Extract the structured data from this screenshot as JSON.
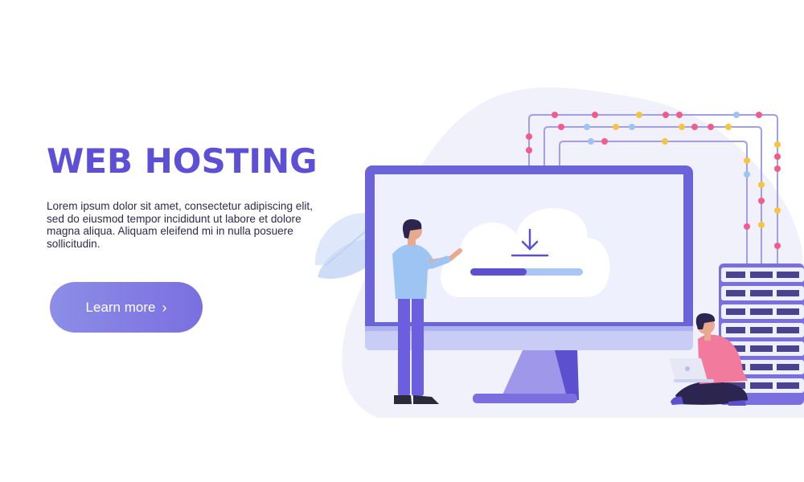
{
  "hero": {
    "title": "WEB HOSTING",
    "description": "Lorem ipsum dolor sit amet, consectetur adipiscing elit, sed do eiusmod tempor incididunt ut labore et dolore magna aliqua. Aliquam eleifend mi in nulla posuere sollicitudin.",
    "cta_label": "Learn more",
    "cta_icon": "chevron-right-icon"
  },
  "illustration": {
    "upload_progress": 0.5,
    "icons": [
      "cloud-icon",
      "download-icon",
      "monitor-icon",
      "server-rack-icon",
      "laptop-icon",
      "leaf-icon"
    ]
  },
  "colors": {
    "brand": "#5d4fd6",
    "button_start": "#8c8ee6",
    "button_end": "#7b6fe0",
    "text": "#2f2a4a",
    "monitor_frame": "#6b63d8",
    "screen": "#eef0fd",
    "progress_track": "#a9c6f4",
    "progress_fill": "#5c50cf",
    "shirt_blue": "#9ec4f3",
    "pants": "#6b5fe0",
    "shirt_pink": "#f17a9d",
    "dot_pink": "#f25b8a",
    "dot_yellow": "#f5c542",
    "dot_blue": "#9ec4f3"
  }
}
